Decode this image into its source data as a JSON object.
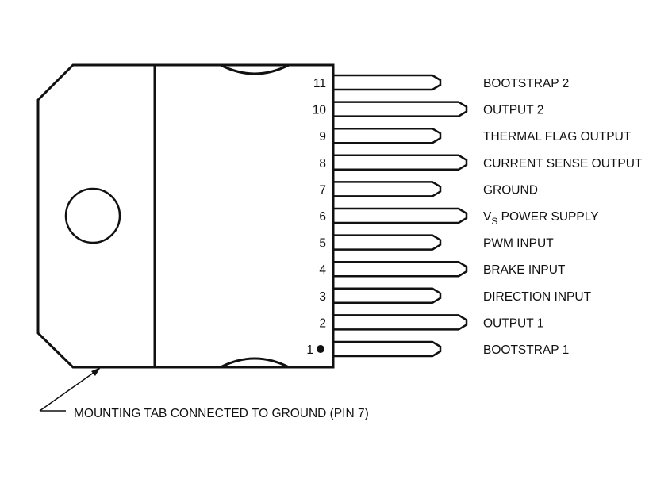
{
  "diagram": {
    "type": "ic-package-pinout",
    "pins": [
      {
        "number": "11",
        "label": [
          {
            "t": "BOOTSTRAP 2"
          }
        ]
      },
      {
        "number": "10",
        "label": [
          {
            "t": "OUTPUT 2"
          }
        ]
      },
      {
        "number": "9",
        "label": [
          {
            "t": "THERMAL FLAG OUTPUT"
          }
        ]
      },
      {
        "number": "8",
        "label": [
          {
            "t": "CURRENT SENSE OUTPUT"
          }
        ]
      },
      {
        "number": "7",
        "label": [
          {
            "t": "GROUND"
          }
        ]
      },
      {
        "number": "6",
        "label": [
          {
            "t": "V"
          },
          {
            "t": "S",
            "sub": true
          },
          {
            "t": " POWER SUPPLY"
          }
        ]
      },
      {
        "number": "5",
        "label": [
          {
            "t": "PWM INPUT"
          }
        ]
      },
      {
        "number": "4",
        "label": [
          {
            "t": "BRAKE INPUT"
          }
        ]
      },
      {
        "number": "3",
        "label": [
          {
            "t": "DIRECTION INPUT"
          }
        ]
      },
      {
        "number": "2",
        "label": [
          {
            "t": "OUTPUT 1"
          }
        ]
      },
      {
        "number": "1",
        "label": [
          {
            "t": "BOOTSTRAP 1"
          }
        ]
      }
    ],
    "pin1_marker": "filled-dot",
    "callout": "MOUNTING TAB CONNECTED TO GROUND (PIN 7)",
    "line_color": "#111111"
  }
}
